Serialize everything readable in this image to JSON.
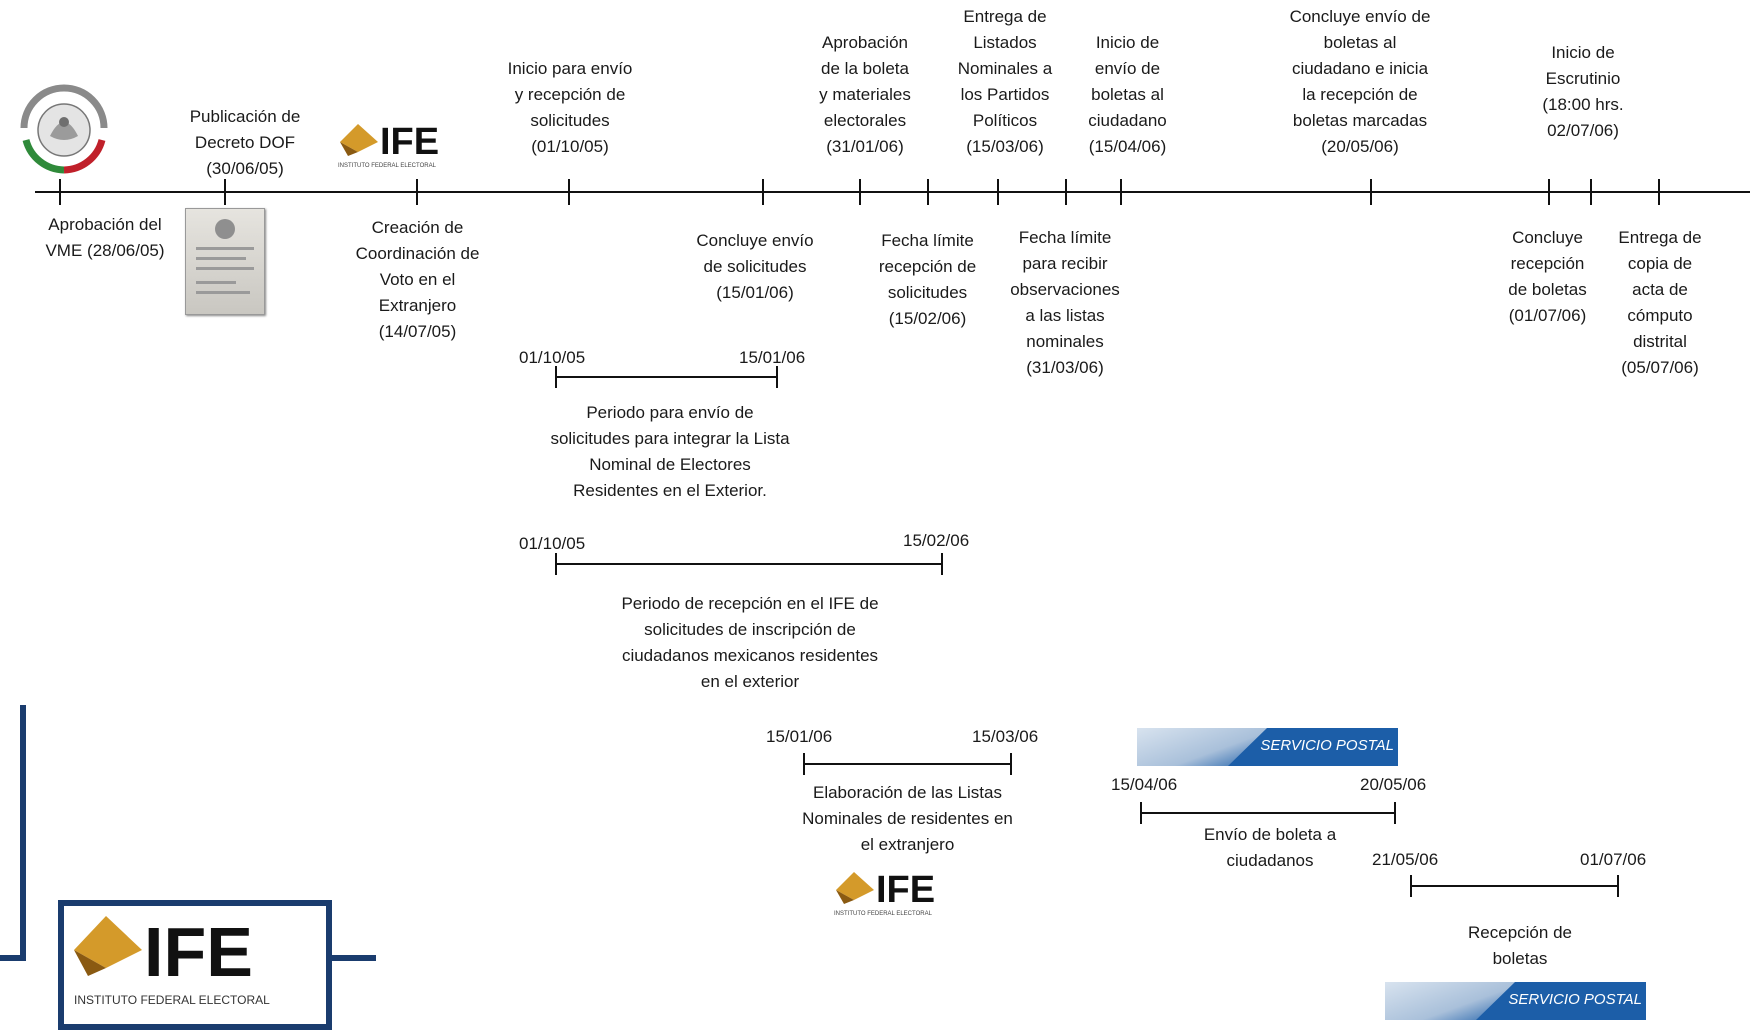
{
  "milestones_top": [
    {
      "id": "pub-dof",
      "text": "Publicación de\nDecreto DOF\n(30/06/05)"
    },
    {
      "id": "inicio-envio",
      "text": "Inicio para envío\ny recepción de\nsolicitudes\n(01/10/05)"
    },
    {
      "id": "aprob-boleta",
      "text": "Aprobación\nde la boleta\ny materiales\nelectorales\n(31/01/06)"
    },
    {
      "id": "entrega-listados",
      "text": "Entrega de\nListados\nNominales a\nlos Partidos\nPolíticos\n(15/03/06)"
    },
    {
      "id": "inicio-envio-boletas",
      "text": "Inicio de\nenvío de\nboletas al\nciudadano\n(15/04/06)"
    },
    {
      "id": "concluye-envio-boletas",
      "text": "Concluye envío de\nboletas al\nciudadano  e inicia\nla recepción de\nboletas marcadas\n(20/05/06)"
    },
    {
      "id": "inicio-escrutinio",
      "text": "Inicio de\nEscrutinio\n(18:00 hrs.\n02/07/06)"
    }
  ],
  "milestones_bottom": [
    {
      "id": "aprob-vme",
      "text": "Aprobación del\nVME (28/06/05)"
    },
    {
      "id": "creacion-coord",
      "text": "Creación de\nCoordinación de\nVoto en el\nExtranjero\n(14/07/05)"
    },
    {
      "id": "concluye-solicitudes",
      "text": "Concluye envío\nde solicitudes\n(15/01/06)"
    },
    {
      "id": "fecha-limite-recepcion",
      "text": "Fecha límite\nrecepción de\nsolicitudes\n(15/02/06)"
    },
    {
      "id": "fecha-limite-observ",
      "text": "Fecha límite\npara recibir\nobservaciones\na las listas\nnominales\n(31/03/06)"
    },
    {
      "id": "concluye-recepcion",
      "text": "Concluye\nrecepción\nde boletas\n(01/07/06)"
    },
    {
      "id": "entrega-acta",
      "text": "Entrega de\ncopia de\nacta de\ncómputo\ndistrital\n(05/07/06)"
    }
  ],
  "periods": [
    {
      "id": "p1",
      "start": "01/10/05",
      "end": "15/01/06",
      "text": "Periodo para envío de\nsolicitudes para integrar la Lista\nNominal de Electores\nResidentes en el Exterior."
    },
    {
      "id": "p2",
      "start": "01/10/05",
      "end": "15/02/06",
      "text": "Periodo de recepción en el IFE de\nsolicitudes de inscripción  de\nciudadanos mexicanos residentes\nen el exterior"
    },
    {
      "id": "p3",
      "start": "15/01/06",
      "end": "15/03/06",
      "text": "Elaboración de las Listas\nNominales de residentes en\nel extranjero"
    },
    {
      "id": "p4",
      "start": "15/04/06",
      "end": "20/05/06",
      "text": "Envío de boleta a\nciudadanos"
    },
    {
      "id": "p5",
      "start": "21/05/06",
      "end": "01/07/06",
      "text": "Recepción de\nboletas"
    }
  ],
  "logos": {
    "ife_word": "IFE",
    "ife_subtitle": "INSTITUTO FEDERAL ELECTORAL",
    "postal_text": "SERVICIO POSTAL",
    "seal_icon": "senate-seal-icon",
    "decree_icon": "decree-document-icon"
  },
  "colors": {
    "frame": "#1a3c6e",
    "postal": "#1c5ea8",
    "ife_gold": "#d49a2a"
  }
}
